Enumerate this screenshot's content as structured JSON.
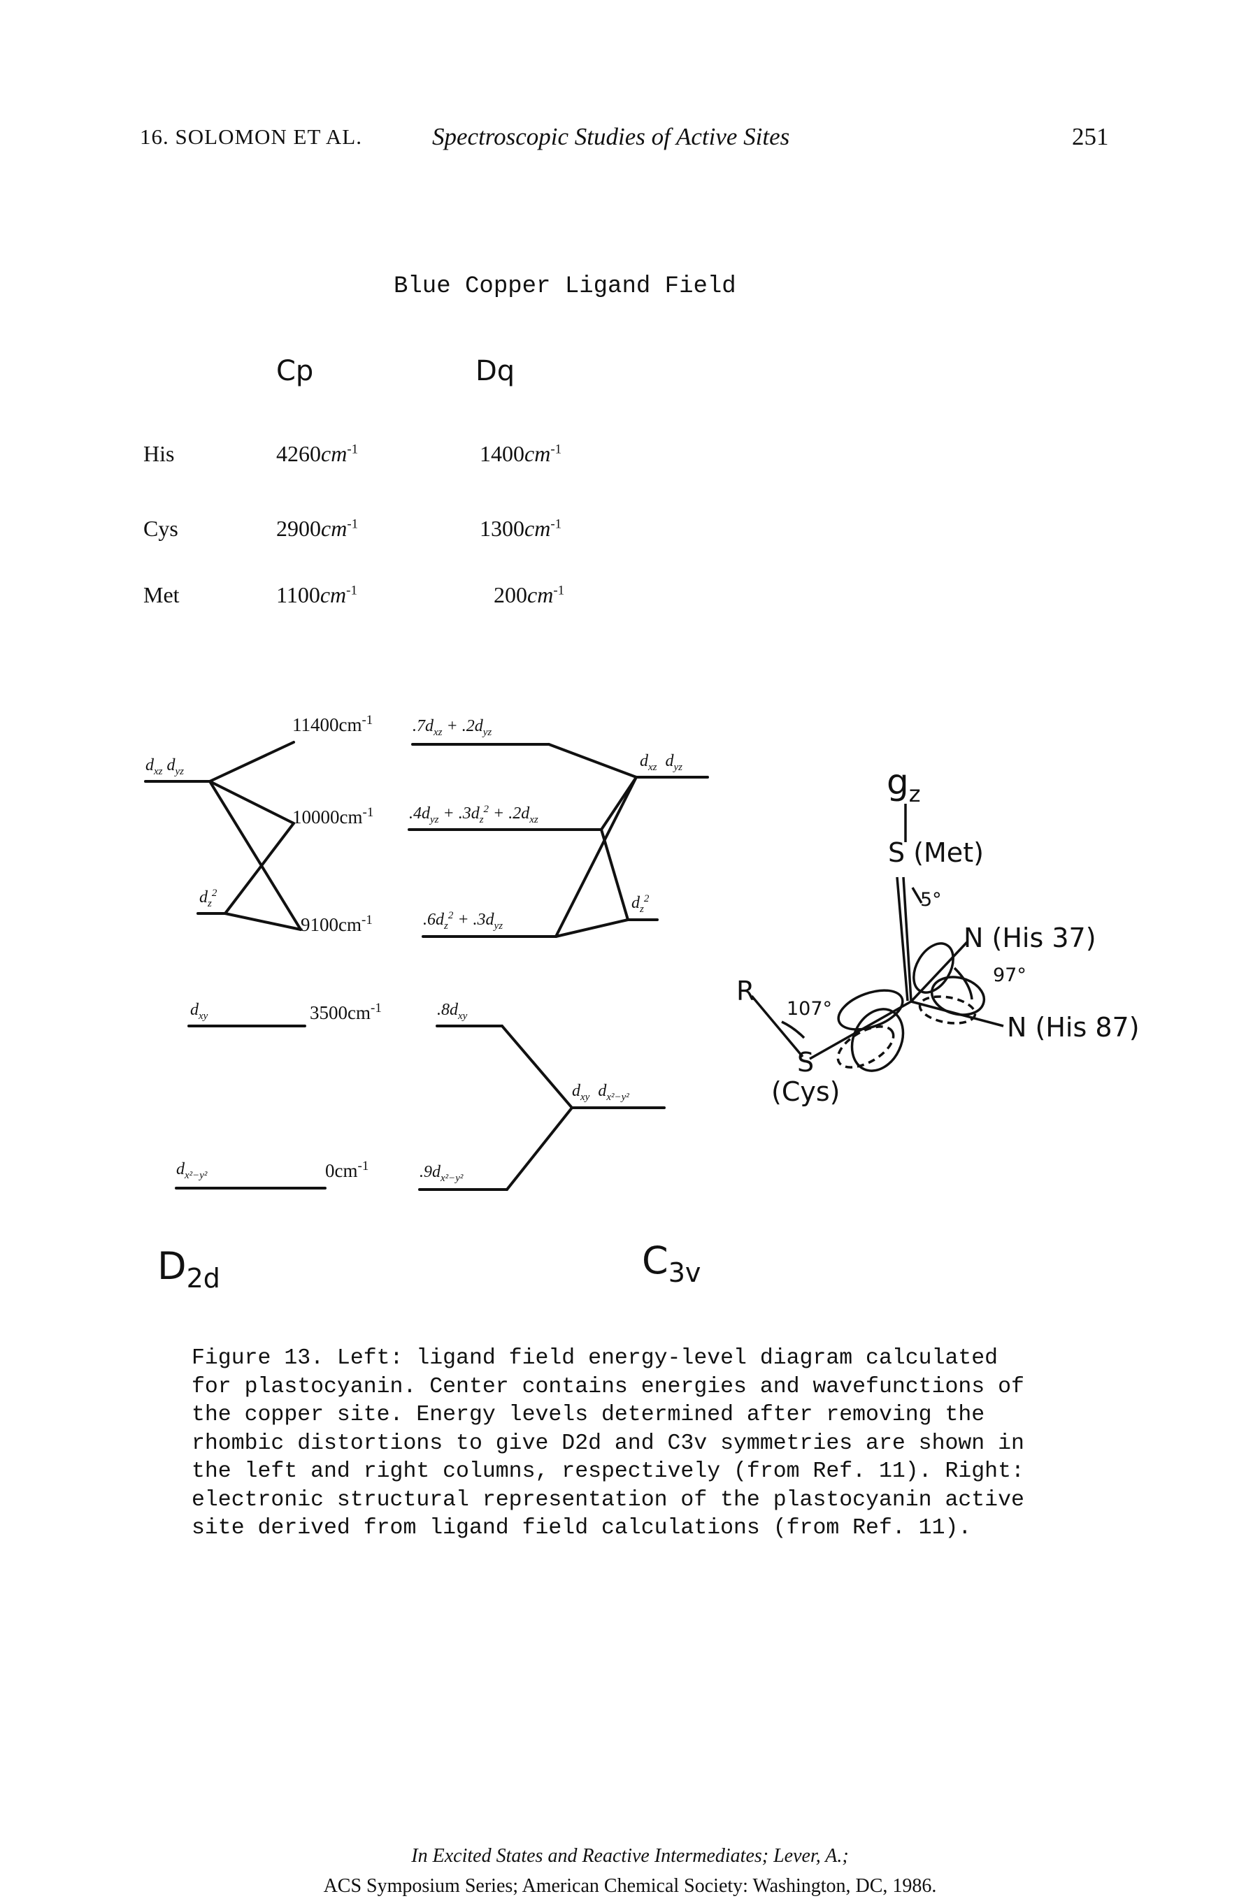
{
  "header": {
    "chapter": "16. SOLOMON ET AL.",
    "running_title": "Spectroscopic Studies of Active Sites",
    "page_number": "251"
  },
  "ligand_field": {
    "title": "Blue Copper Ligand Field",
    "col_cp": "Cp",
    "col_dq": "Dq",
    "unit_exp": "-1",
    "rows": [
      {
        "ligand": "His",
        "cp": "4260",
        "dq": "1400"
      },
      {
        "ligand": "Cys",
        "cp": "2900",
        "dq": "1300"
      },
      {
        "ligand": "Met",
        "cp": "1100",
        "dq": "200"
      }
    ]
  },
  "diagram": {
    "levels": [
      "11400cm",
      "10000cm",
      "9100cm",
      "3500cm",
      "0cm"
    ],
    "wavefunctions": [
      ".7d",
      ".4d",
      ".6d",
      ".8d",
      ".9d"
    ],
    "d2d_label": "D",
    "d2d_sub": "2d",
    "c3v_label": "C",
    "c3v_sub": "3v"
  },
  "structure": {
    "gz": "g",
    "gz_sub": "z",
    "s_met": "S (Met)",
    "angle_5": "5°",
    "n_his37": "N (His 37)",
    "angle_97": "97°",
    "n_his87": "N (His 87)",
    "r": "R",
    "angle_107": "107°",
    "s_cys": "S",
    "cys": "(Cys)"
  },
  "caption": [
    "Figure 13.  Left: ligand field energy-level diagram calculated",
    "for plastocyanin.  Center contains energies and wavefunctions of",
    "the copper site.  Energy levels determined after removing the",
    "rhombic distortions to give D2d and C3v symmetries are shown in",
    "the left and right columns, respectively (from Ref. 11).  Right:",
    "electronic structural representation of the plastocyanin active",
    "site derived from ligand field calculations (from Ref. 11)."
  ],
  "footer": {
    "line1": "In Excited States and Reactive Intermediates; Lever, A.;",
    "line2": "ACS Symposium Series; American Chemical Society: Washington, DC, 1986."
  }
}
